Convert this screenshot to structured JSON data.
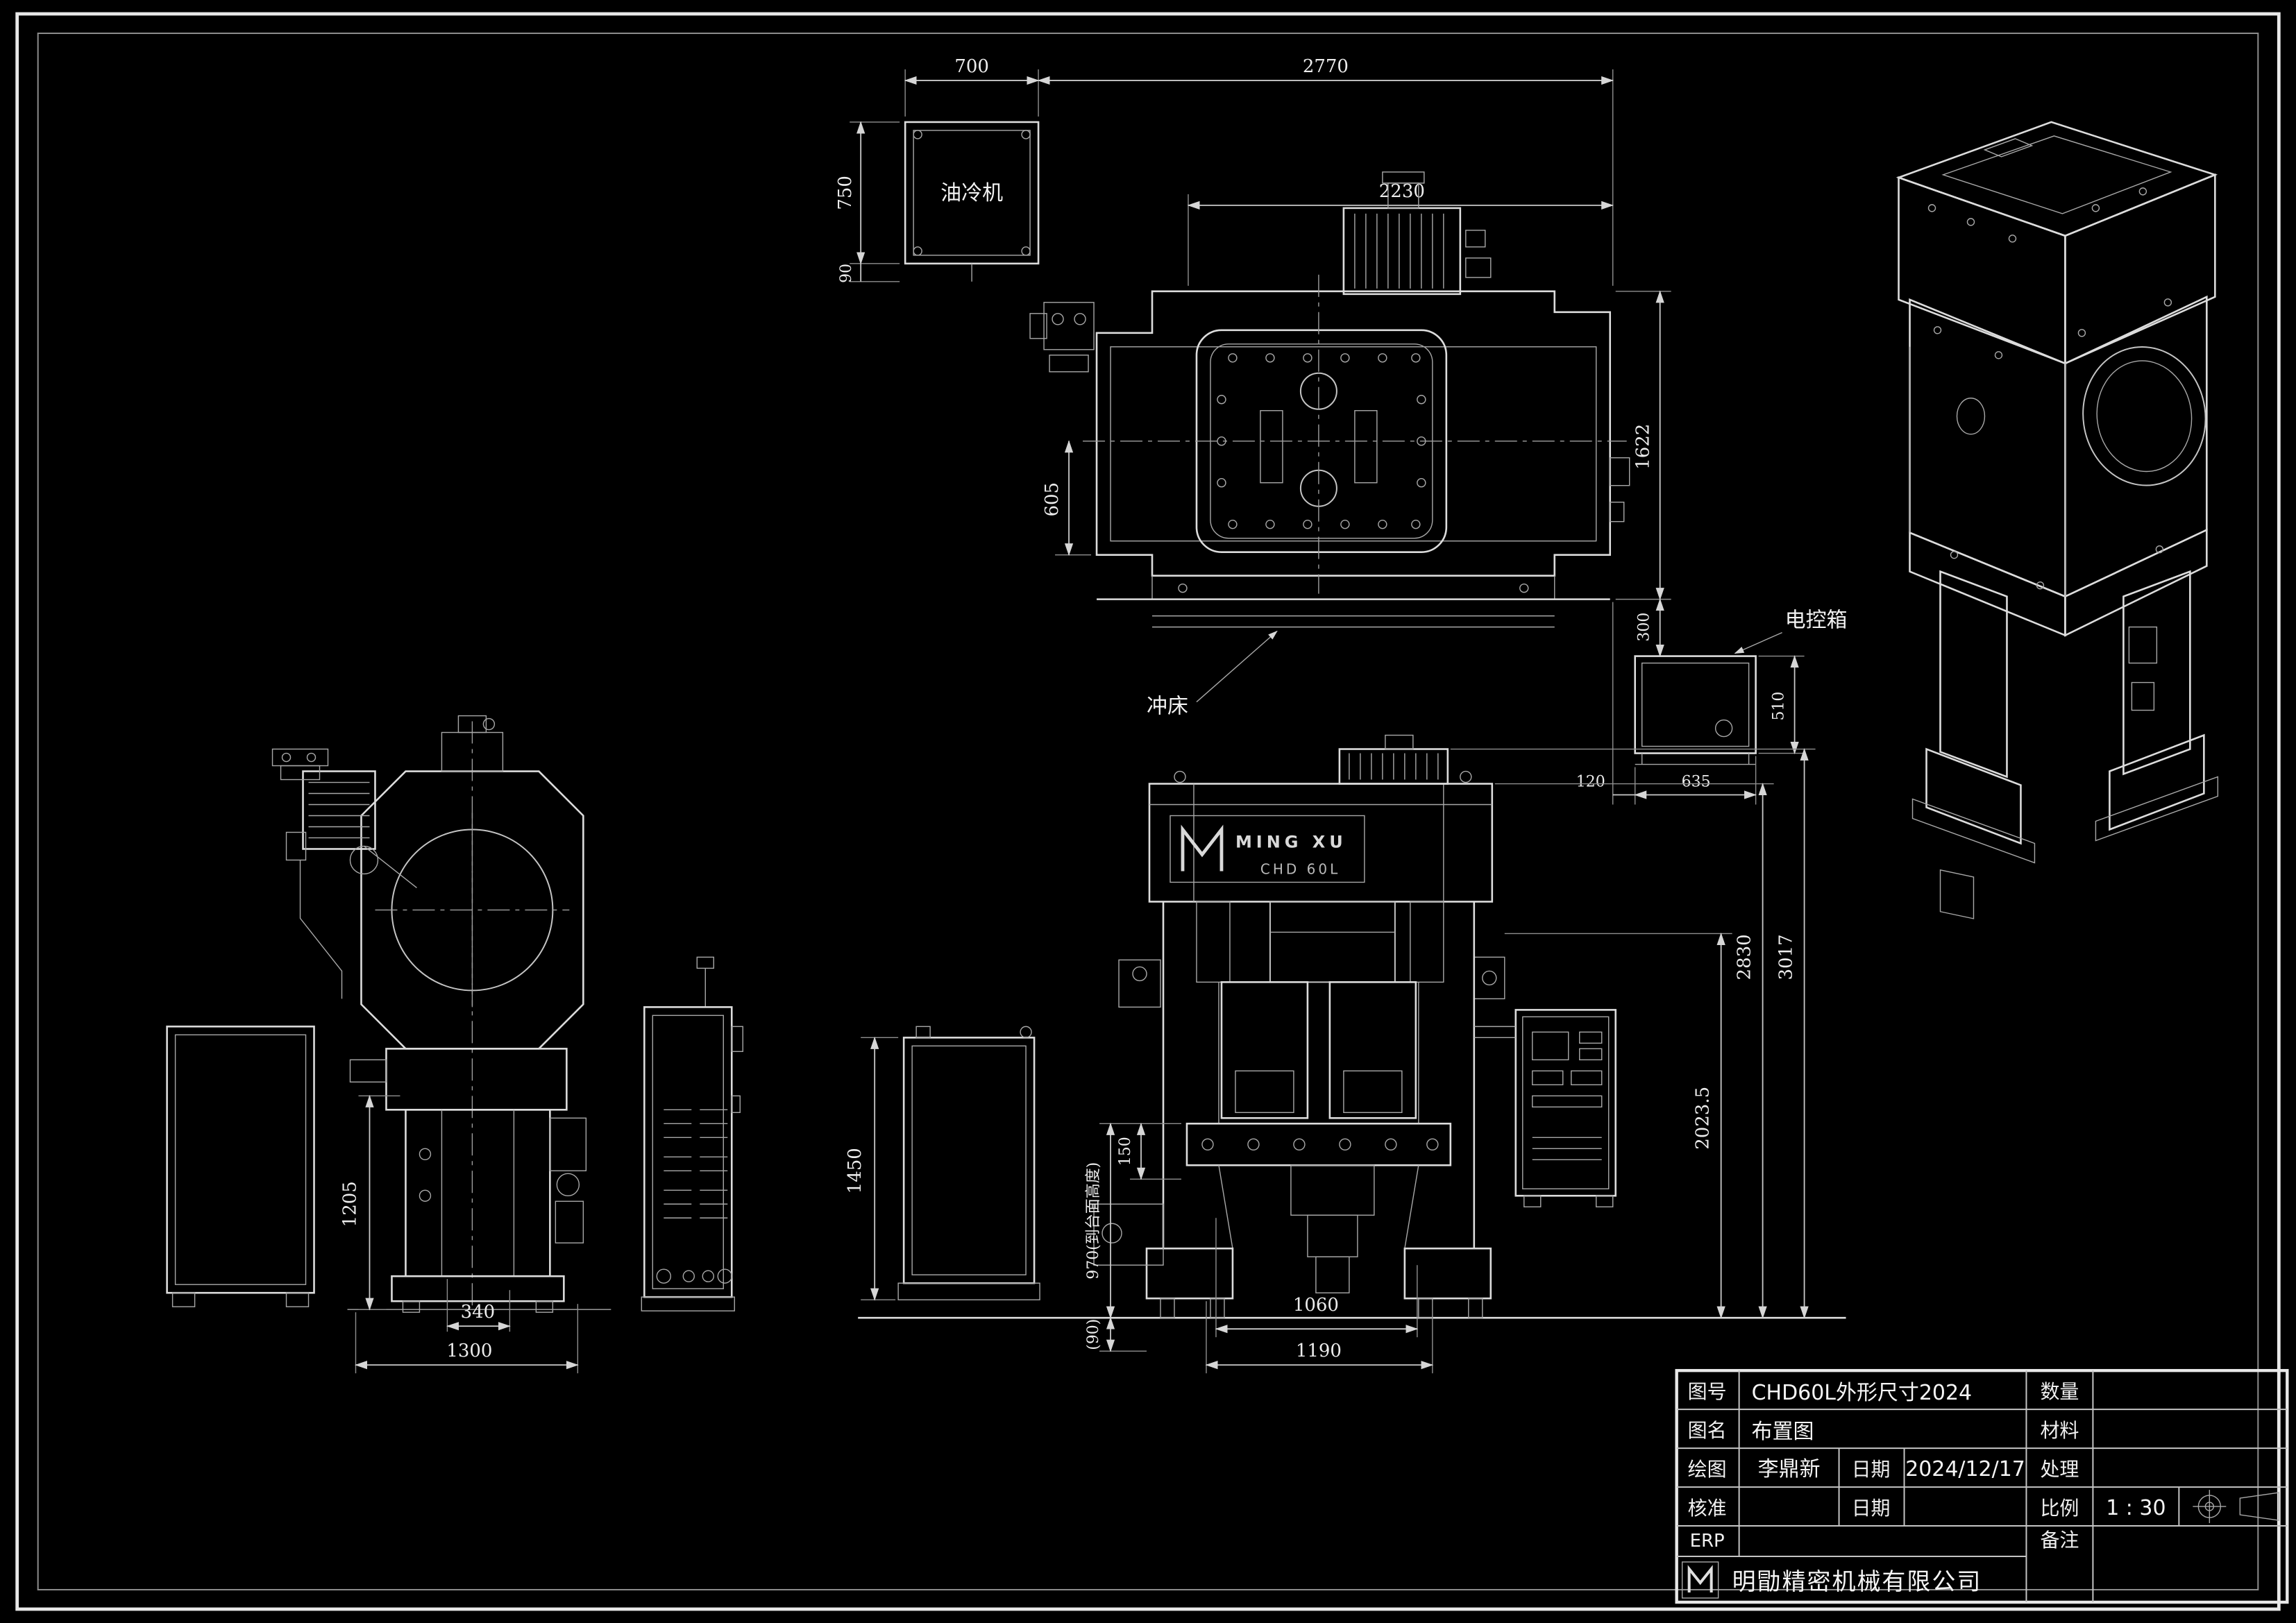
{
  "sheet": {
    "background": "#000000",
    "line_color": "#dcdcdc",
    "type": "CAD layout drawing"
  },
  "labels": {
    "oil_cooler": "油冷机",
    "punch_press": "冲床",
    "control_box": "电控箱"
  },
  "machine_logo": {
    "mark": "M",
    "brand": "MING XU",
    "model": "CHD 60L"
  },
  "dims": {
    "d700": "700",
    "d2770": "2770",
    "d2230": "2230",
    "d750": "750",
    "d90": "90",
    "d605": "605",
    "d1622": "1622",
    "d300": "300",
    "d510": "510",
    "d635": "635",
    "d120": "120",
    "d340": "340",
    "d1300": "1300",
    "d1205": "1205",
    "d1450": "1450",
    "d970": "970(到台面高度)",
    "d150": "150",
    "d90b": "(90)",
    "d2023": "2023.5",
    "d2830": "2830",
    "d3017": "3017",
    "d1060": "1060",
    "d1190": "1190"
  },
  "title_block": {
    "drawing_no_label": "图号",
    "drawing_no": "CHD60L外形尺寸2024",
    "qty_label": "数量",
    "qty": "",
    "name_label": "图名",
    "name": "布置图",
    "material_label": "材料",
    "material": "",
    "drawn_label": "绘图",
    "drawn_by": "李鼎新",
    "date_label": "日期",
    "drawn_date": "2024/12/17",
    "treat_label": "处理",
    "treat": "",
    "approve_label": "核准",
    "approve": "",
    "date2_label": "日期",
    "approve_date": "",
    "scale_label": "比例",
    "scale": "1 : 30",
    "erp_label": "ERP",
    "remark_label": "备注",
    "remark": "",
    "logo_mark": "M",
    "company": "明勖精密机械有限公司"
  }
}
